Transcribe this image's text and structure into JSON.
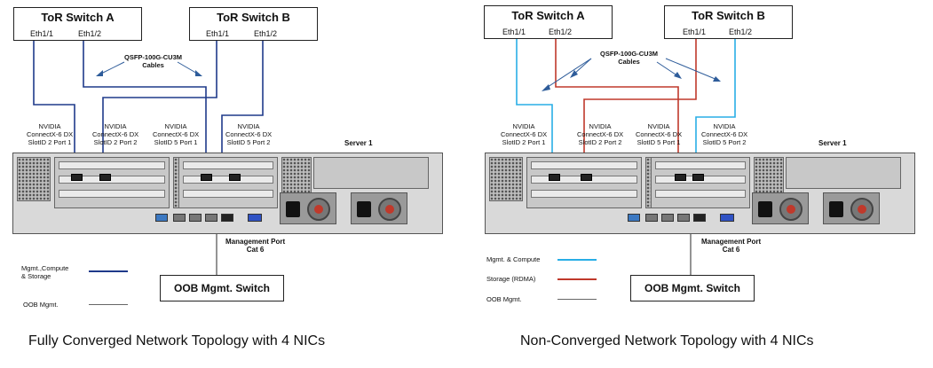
{
  "panels": [
    {
      "switch_a": {
        "title": "ToR Switch A",
        "port1": "Eth1/1",
        "port2": "Eth1/2"
      },
      "switch_b": {
        "title": "ToR Switch B",
        "port1": "Eth1/1",
        "port2": "Eth1/2"
      },
      "cables_label": "QSFP-100G-CU3M\nCables",
      "nics": [
        "NVIDIA\nConnectX-6 DX\nSlotID 2 Port 1",
        "NVIDIA\nConnectX-6 DX\nSlotID 2 Port 2",
        "NVIDIA\nConnectX-6 DX\nSlotID 5 Port 1",
        "NVIDIA\nConnectX-6 DX\nSlotID 5 Port 2"
      ],
      "server_label": "Server 1",
      "mgmt_port_label": "Management Port\nCat 6",
      "oob_switch": "OOB Mgmt. Switch",
      "legend": [
        {
          "label": "Mgmt.,Compute\n& Storage",
          "color": "#1f3a8a"
        },
        {
          "label": "OOB Mgmt.",
          "color": "#666666"
        }
      ],
      "caption": "Fully Converged Network Topology with 4 NICs"
    },
    {
      "switch_a": {
        "title": "ToR Switch A",
        "port1": "Eth1/1",
        "port2": "Eth1/2"
      },
      "switch_b": {
        "title": "ToR Switch B",
        "port1": "Eth1/1",
        "port2": "Eth1/2"
      },
      "cables_label": "QSFP-100G-CU3M\nCables",
      "nics": [
        "NVIDIA\nConnectX-6 DX\nSlotID 2 Port 1",
        "NVIDIA\nConnectX-6 DX\nSlotID 2 Port 2",
        "NVIDIA\nConnectX-6 DX\nSlotID 5 Port 1",
        "NVIDIA\nConnectX-6 DX\nSlotID 5 Port 2"
      ],
      "server_label": "Server 1",
      "mgmt_port_label": "Management Port\nCat 6",
      "oob_switch": "OOB Mgmt. Switch",
      "legend": [
        {
          "label": "Mgmt. & Compute",
          "color": "#29aee6"
        },
        {
          "label": "Storage (RDMA)",
          "color": "#c0392b"
        },
        {
          "label": "OOB Mgmt.",
          "color": "#666666"
        }
      ],
      "caption": "Non-Converged Network Topology with 4 NICs"
    }
  ],
  "colors": {
    "converged": "#1f3a8a",
    "compute": "#29aee6",
    "storage": "#c0392b",
    "oob": "#666666",
    "arrow": "#2e5c9a"
  }
}
